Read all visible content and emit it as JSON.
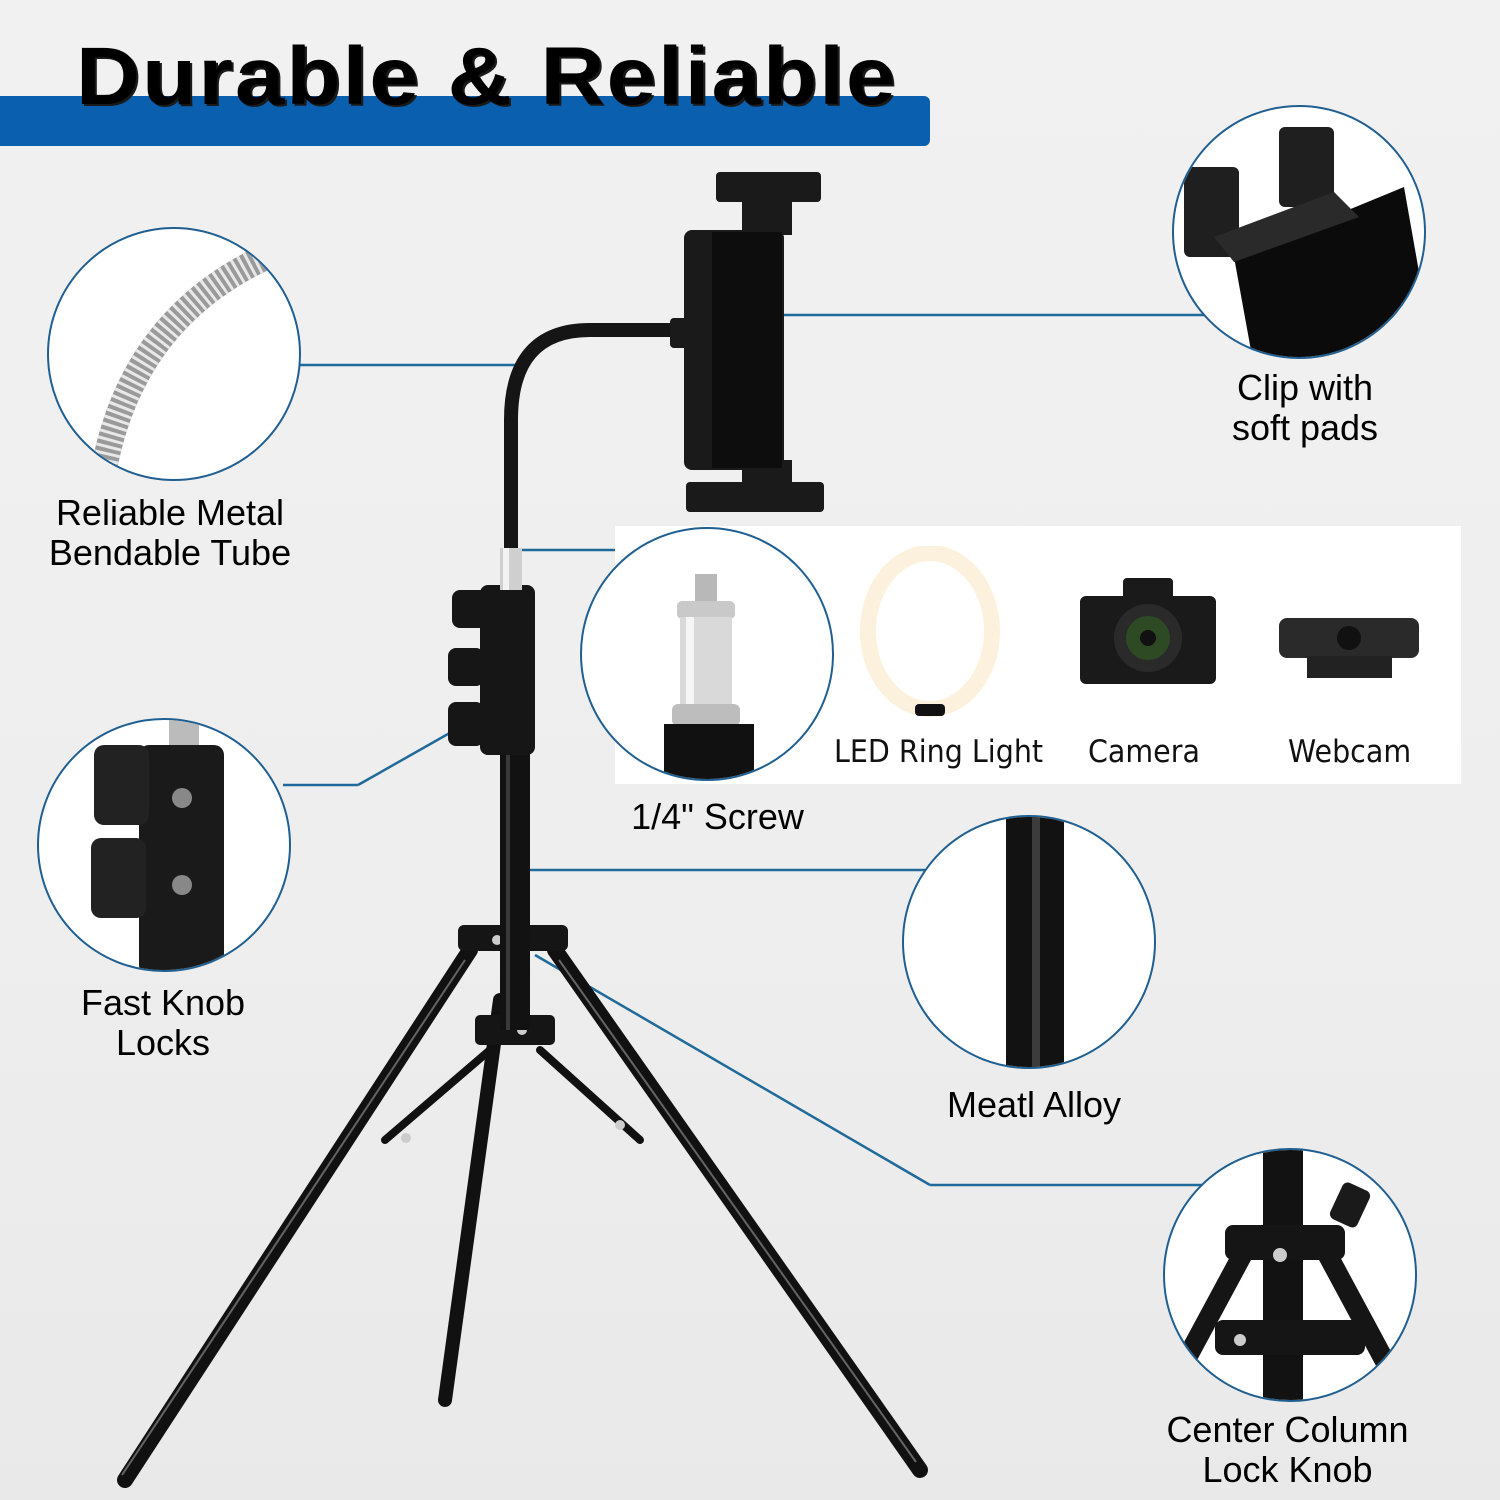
{
  "banner": {
    "title": "Durable & Reliable",
    "bar_color": "#0a5fae"
  },
  "callouts": {
    "bendable_tube": {
      "line1": "Reliable Metal",
      "line2": "Bendable Tube"
    },
    "clip": {
      "line1": "Clip with",
      "line2": "soft pads"
    },
    "screw": {
      "label": "1/4\" Screw"
    },
    "knob_locks": {
      "line1": "Fast Knob",
      "line2": "Locks"
    },
    "alloy": {
      "label": "Meatl Alloy"
    },
    "center_column": {
      "line1": "Center Column",
      "line2": "Lock Knob"
    }
  },
  "accessories": [
    {
      "label": "LED Ring Light",
      "icon": "ring-light-icon"
    },
    {
      "label": "Camera",
      "icon": "camera-icon"
    },
    {
      "label": "Webcam",
      "icon": "webcam-icon"
    }
  ],
  "colors": {
    "callout_line": "#1f6a9a",
    "circle_border": "#1f5f91",
    "product": "#111111",
    "background": "#efefef"
  }
}
